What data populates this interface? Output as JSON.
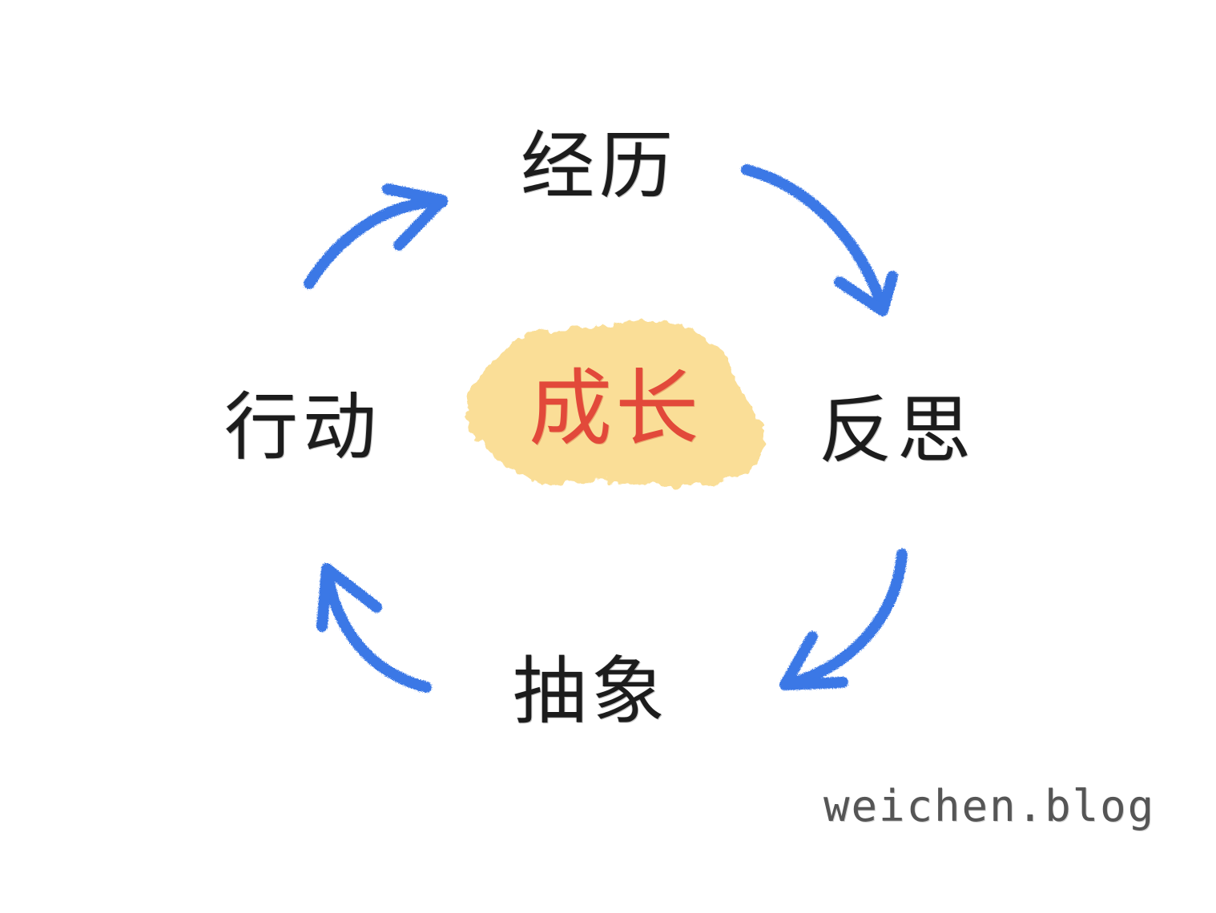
{
  "diagram": {
    "nodes": [
      {
        "id": "experience",
        "label": "经历"
      },
      {
        "id": "reflection",
        "label": "反思"
      },
      {
        "id": "abstraction",
        "label": "抽象"
      },
      {
        "id": "action",
        "label": "行动"
      }
    ],
    "center": {
      "label": "成长"
    },
    "edges": [
      {
        "from": "experience",
        "to": "reflection"
      },
      {
        "from": "reflection",
        "to": "abstraction"
      },
      {
        "from": "abstraction",
        "to": "action"
      },
      {
        "from": "action",
        "to": "experience"
      }
    ],
    "watermark": "weichen.blog"
  },
  "colors": {
    "node_text": "#1c1c1c",
    "center_text": "#e2493a",
    "center_highlight": "#f9d67a",
    "arrow": "#3a78e6",
    "watermark": "#555555",
    "background": "#ffffff"
  }
}
